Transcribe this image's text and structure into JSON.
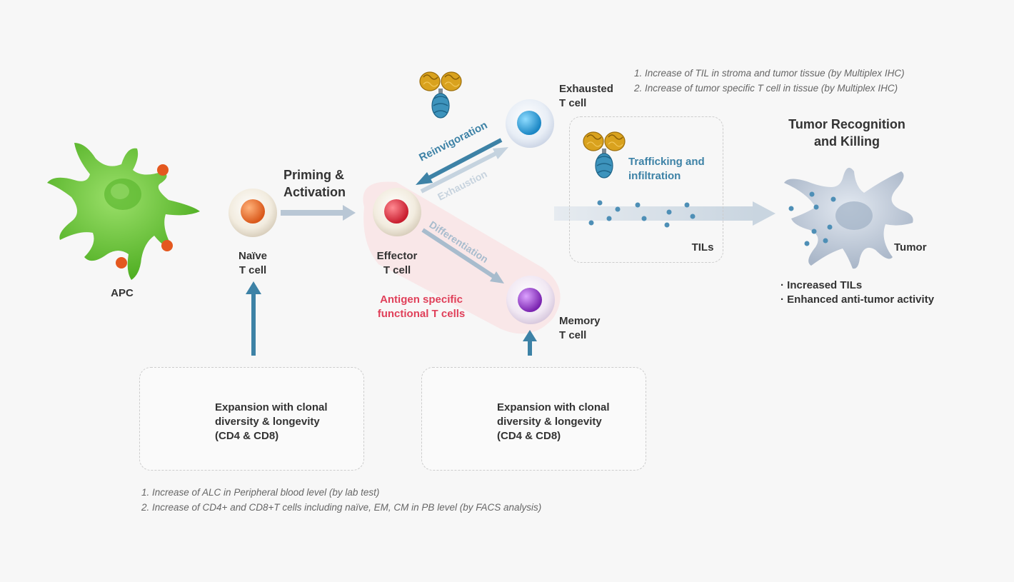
{
  "labels": {
    "apc": "APC",
    "naive": [
      "Naïve",
      "T cell"
    ],
    "priming": [
      "Priming &",
      "Activation"
    ],
    "effector": [
      "Effector",
      "T cell"
    ],
    "exhausted": [
      "Exhausted",
      "T cell"
    ],
    "memory": [
      "Memory",
      "T cell"
    ],
    "antigen": [
      "Antigen specific",
      "functional  T cells"
    ],
    "tumor_title": [
      "Tumor Recognition",
      "and Killing"
    ],
    "tumor": "Tumor",
    "tils": "TILs"
  },
  "arrows": {
    "reinvigoration": "Reinvigoration",
    "exhaustion": "Exhaustion",
    "differentiation": "Differentiation"
  },
  "trafficking": [
    "Trafficking and",
    "infiltration"
  ],
  "expansion_box_left": [
    "Expansion with clonal",
    "diversity & longevity",
    "(CD4 & CD8)"
  ],
  "expansion_box_right": [
    "Expansion with clonal",
    "diversity & longevity",
    "(CD4 & CD8)"
  ],
  "notes_top": [
    "1. Increase of TIL in stroma and tumor tissue (by Multiplex IHC)",
    "2. Increase of tumor specific T cell in tissue (by Multiplex IHC)"
  ],
  "notes_bottom": [
    "1. Increase of ALC in Peripheral blood level (by lab test)",
    "2. Increase of CD4+ and CD8+T cells including naïve, EM, CM in PB level (by FACS analysis)"
  ],
  "outcomes": [
    "· Increased TILs",
    "· Enhanced anti-tumor activity"
  ],
  "colors": {
    "apc": "#6cc83c",
    "accent_blue": "#3d82a6",
    "accent_red": "#e0405a",
    "naive_nucleus": "#e8732a",
    "effector_nucleus": "#e02c3c",
    "exhausted_nucleus": "#2a9fd8",
    "memory_nucleus": "#9a3cc8"
  }
}
